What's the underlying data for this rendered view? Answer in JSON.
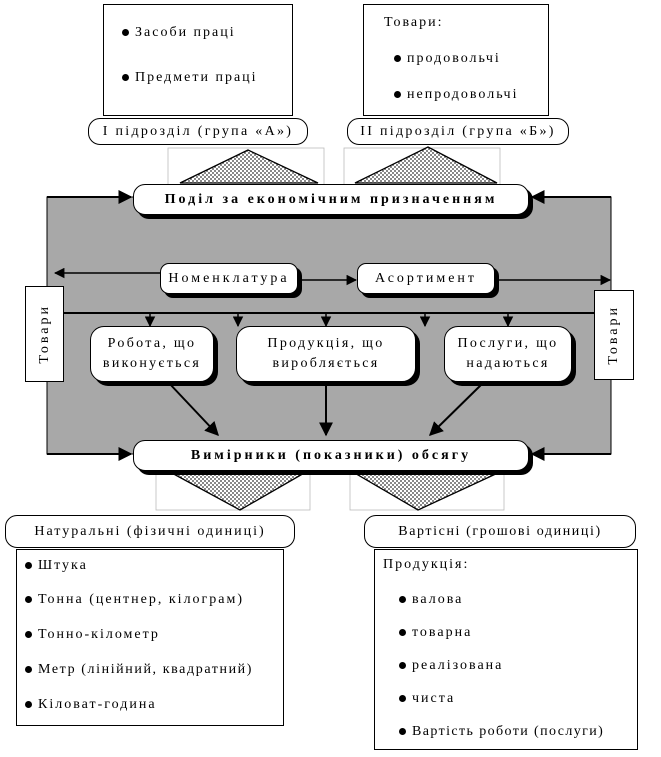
{
  "top_left": {
    "items": [
      "Засоби праці",
      "Предмети праці"
    ],
    "label": "І підрозділ (група «А»)"
  },
  "top_right": {
    "title": "Товари:",
    "items": [
      "продовольчі",
      "непродовольчі"
    ],
    "label": "ІІ підрозділ (група «Б»)"
  },
  "division": "Поділ за економічним призначенням",
  "nomenclature": "Номенклатура",
  "assortment": "Асортимент",
  "side_left": "Товари",
  "side_right": "Товари",
  "work": "Робота, що виконується",
  "production": "Продукція, що виробляється",
  "services": "Послуги, що надаються",
  "measures": "Вимірники (показники) обсягу",
  "natural": {
    "title": "Натуральні (фізичні одиниці)",
    "items": [
      "Штука",
      "Тонна (центнер, кілограм)",
      "Тонно-кілометр",
      "Метр (лінійний, квадратний)",
      "Кіловат-година"
    ]
  },
  "value": {
    "title": "Вартісні (грошові одиниці)",
    "subtitle": "Продукція:",
    "items": [
      "валова",
      "товарна",
      "реалізована",
      "чиста",
      "Вартість роботи (послуги)"
    ]
  },
  "colors": {
    "panel": "#a8a8a8",
    "line": "#000000",
    "fill": "#ffffff"
  }
}
